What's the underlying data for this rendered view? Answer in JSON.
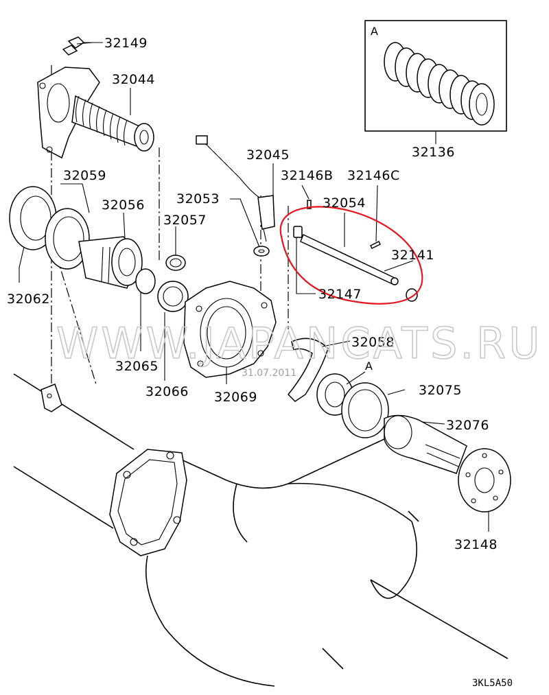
{
  "diagram": {
    "part_labels": [
      "32149",
      "32044",
      "32059",
      "32056",
      "32062",
      "32057",
      "32053",
      "32045",
      "32146B",
      "32146C",
      "32054",
      "32141",
      "32147",
      "32065",
      "32066",
      "32069",
      "32058",
      "32075",
      "32076",
      "32148",
      "32136"
    ],
    "inset": {
      "letter": "A",
      "part": "32136"
    },
    "callout_letter": "A",
    "watermark": "WWW.JAPANCATS.RU",
    "date_stamp": "31.07.2011",
    "diagram_code": "3KL5A50",
    "highlight_color": "#e8121a"
  }
}
